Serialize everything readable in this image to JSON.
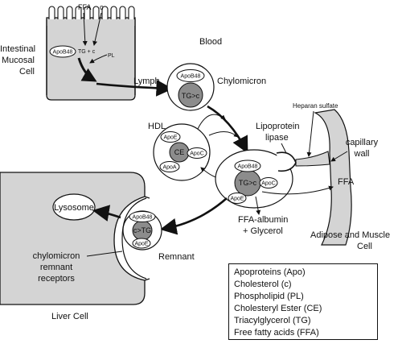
{
  "labels": {
    "ffa_top": "FFA",
    "c_top": "c",
    "intestinal_cell": [
      "Intestinal",
      "Mucosal",
      "Cell"
    ],
    "apob48": "ApoB48",
    "tg_c_small": "TG + c",
    "pl": "PL",
    "blood": "Blood",
    "lymph": "Lymph",
    "chylomicron": "Chylomicron",
    "tg_gt_c": "TG>c",
    "hdl": "HDL",
    "ce": "CE",
    "apoe": "ApoE",
    "apoc": "ApoC",
    "apoa": "ApoA",
    "lipoprotein_lipase": [
      "Lipoprotein",
      "lipase"
    ],
    "heparan_sulfate": "Heparan sulfate",
    "capillary_wall": [
      "capillary",
      "wall"
    ],
    "ffa_right": "FFA",
    "ffa_albumin": [
      "FFA-albumin",
      "+ Glycerol"
    ],
    "adipose": [
      "Adipose and Muscle",
      "Cell"
    ],
    "lysosome": "Lysosome",
    "c_gt_tg": "c>TG",
    "remnant": "Remnant",
    "receptors": [
      "chylomicron",
      "remnant",
      "receptors"
    ],
    "liver_cell": "Liver Cell"
  },
  "legend": [
    "Apoproteins (Apo)",
    "Cholesterol (c)",
    "Phospholipid (PL)",
    "Cholesteryl Ester (CE)",
    "Triacylglycerol (TG)",
    "Free fatty acids (FFA)"
  ],
  "colors": {
    "cell_fill": "#d4d4d4",
    "core_fill": "#8c8c8c",
    "line": "#111111",
    "background": "#ffffff"
  }
}
